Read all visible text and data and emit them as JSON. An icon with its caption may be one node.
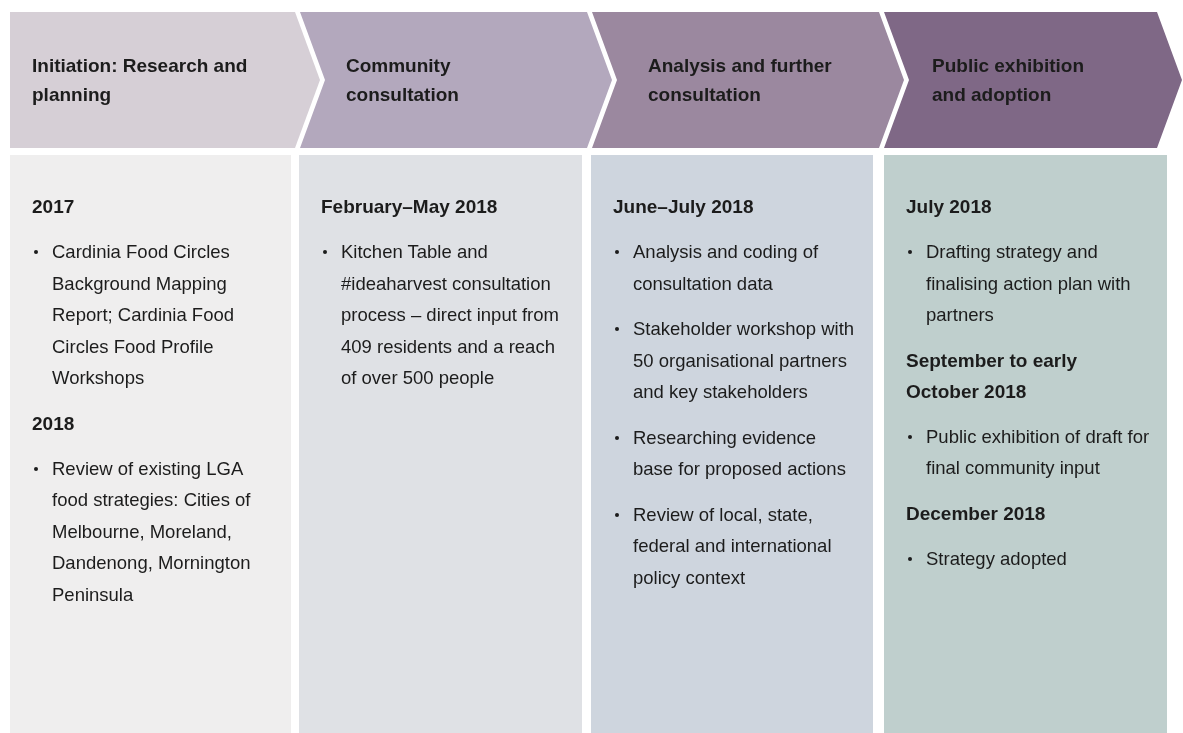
{
  "diagram": {
    "nodes": [
      {
        "text": [
          "Initiation: Research and planning"
        ]
      },
      {
        "text": [
          "Community consultation"
        ]
      },
      {
        "text": [
          "Analysis and further consultation"
        ]
      },
      {
        "text": [
          "Public exhibition and adoption"
        ]
      },
      {
        "text": [],
        "shape": "box"
      },
      {
        "text": [],
        "shape": "box"
      },
      {
        "text": [],
        "shape": "box"
      },
      {
        "text": [],
        "shape": "box"
      },
      {
        "text": [
          "2017",
          "Cardinia Food Circles Background Mapping Report; Cardinia Food Circles Food Profile Workshops"
        ],
        "in": 4
      },
      {
        "text": [
          "2018",
          "Review of existing LGA food strategies: Cities of Melbourne, Moreland, Dandenong, Mornington Peninsula"
        ],
        "in": 4
      },
      {
        "text": [
          "February–May 2018",
          "Kitchen Table and #ideaharvest consultation process – direct input from 409 residents and a reach of over 500 people"
        ],
        "in": 5
      },
      {
        "text": [
          "June–July 2018",
          "Analysis and coding of consultation data",
          "Stakeholder workshop with 50 organisational partners and key stakeholders",
          "Researching evidence base for proposed actions",
          "Review of local, state, federal and international policy context"
        ],
        "in": 6
      },
      {
        "text": [
          "July 2018",
          "Drafting strategy and finalising action plan with partners"
        ],
        "in": 7
      },
      {
        "text": [
          "September to early October 2018",
          "Public exhibition of draft for final community input"
        ],
        "in": 7
      },
      {
        "text": [
          "December 2018",
          "Strategy adopted"
        ],
        "in": 7
      }
    ]
  }
}
